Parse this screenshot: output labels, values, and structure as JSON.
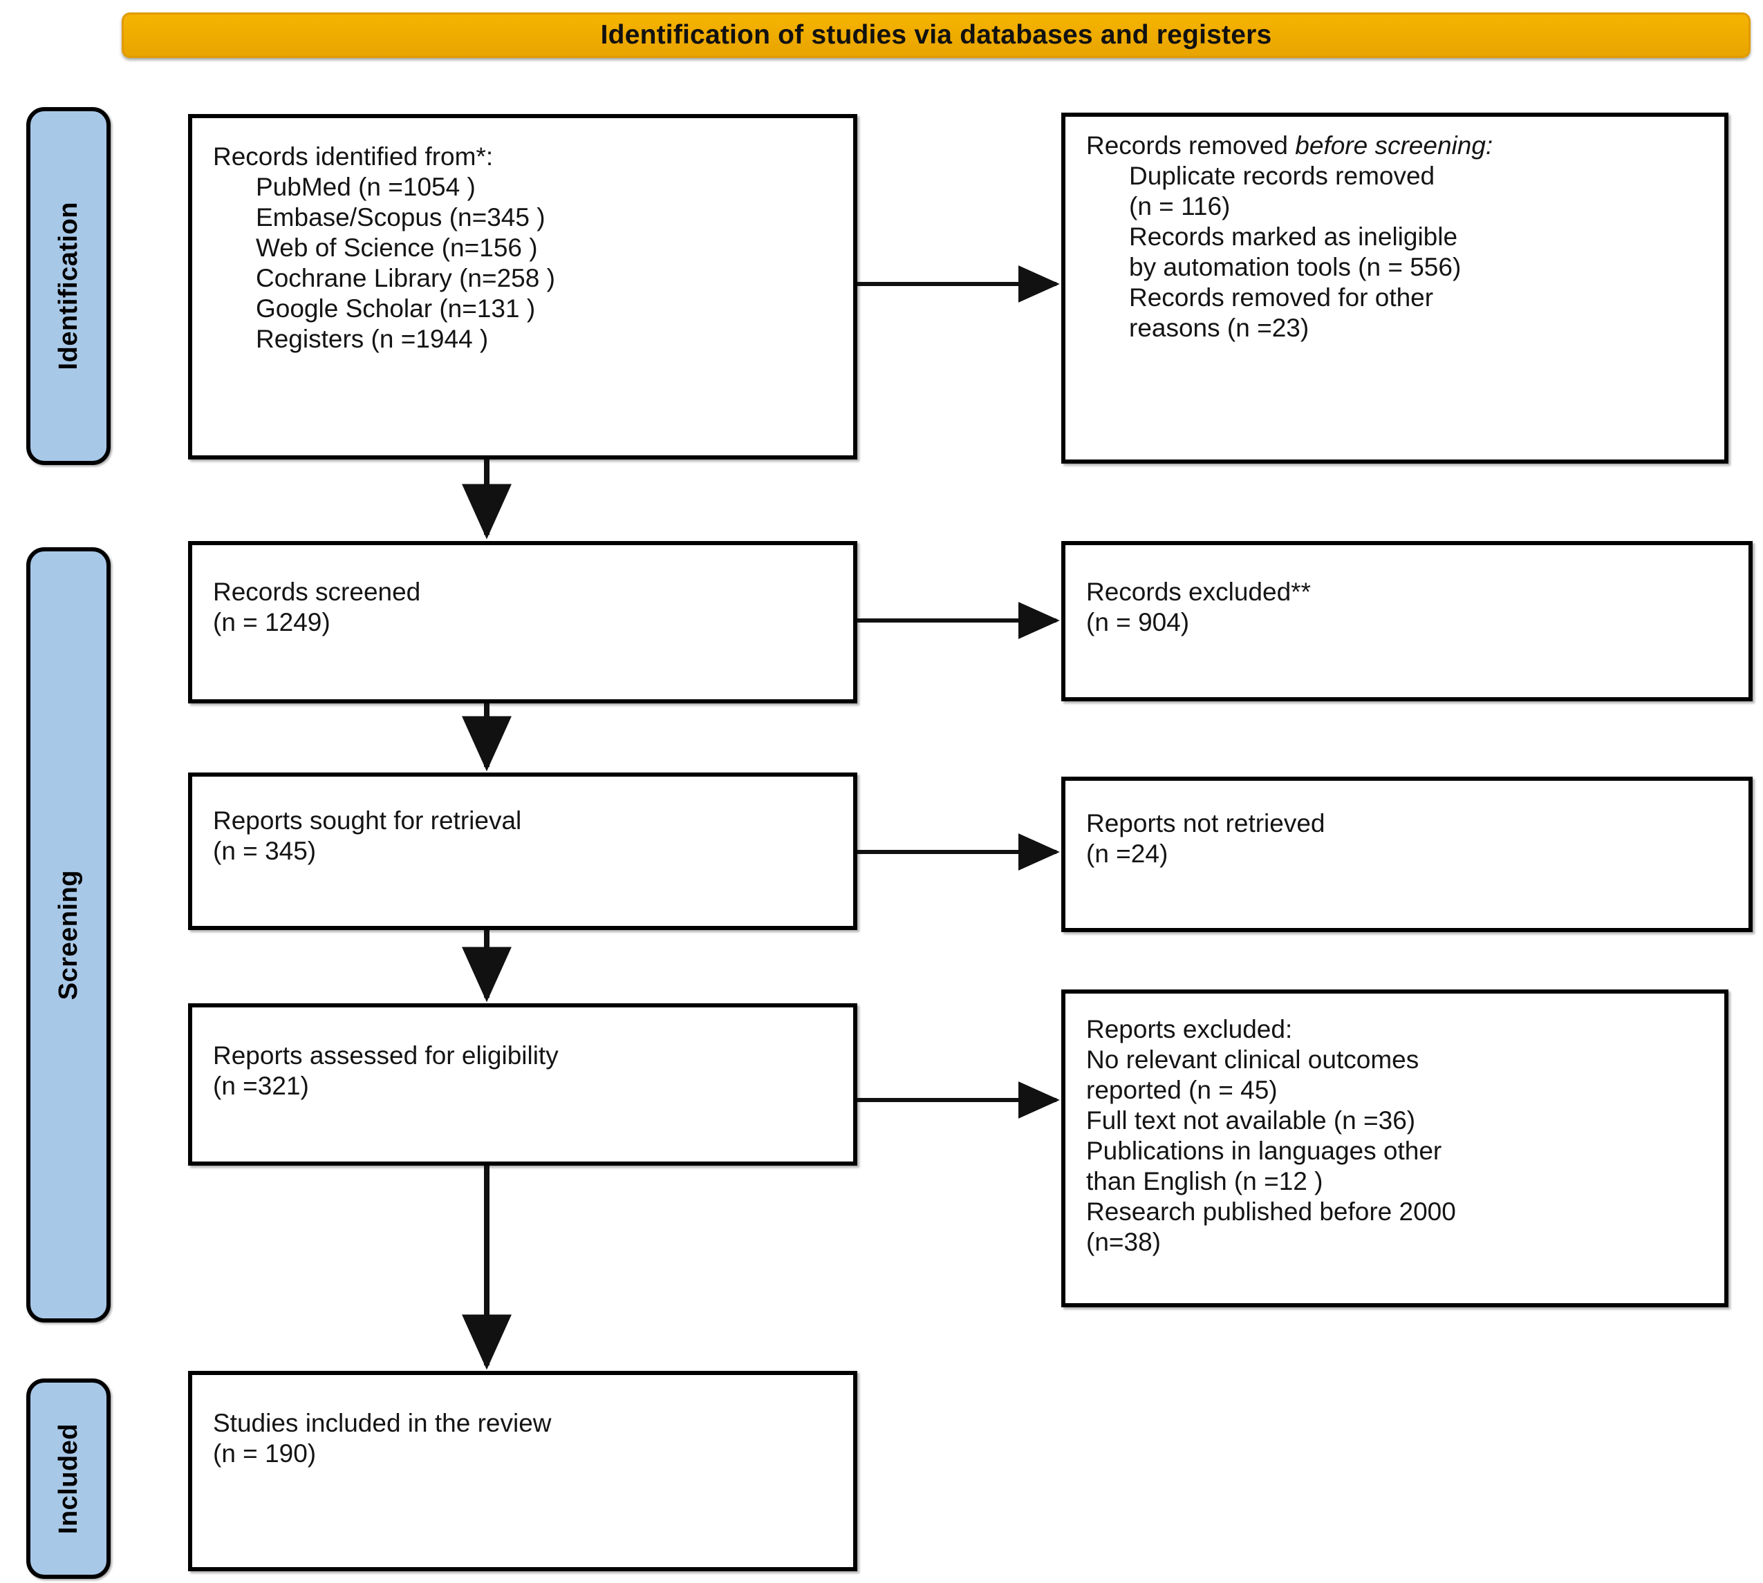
{
  "banner": {
    "title": "Identification of studies via databases and registers",
    "color": "#f0ad00"
  },
  "stages": {
    "identification": "Identification",
    "screening": "Screening",
    "included": "Included",
    "color": "#a8c8e8"
  },
  "boxes": {
    "identified": {
      "heading": "Records identified from*:",
      "items": [
        "PubMed (n =1054 )",
        "Embase/Scopus (n=345 )",
        "Web of Science (n=156 )",
        "Cochrane Library (n=258 )",
        "Google Scholar (n=131 )",
        "Registers (n =1944 )"
      ]
    },
    "removed": {
      "heading_plain": "Records removed ",
      "heading_italic": "before screening:",
      "items": [
        "Duplicate records removed",
        "(n = 116)",
        "Records marked as ineligible",
        "by automation tools (n = 556)",
        "Records removed for other",
        "reasons (n =23)"
      ]
    },
    "screened": {
      "label": "Records screened",
      "count": "(n = 1249)"
    },
    "excluded": {
      "label": "Records excluded**",
      "count": "(n = 904)"
    },
    "sought": {
      "label": "Reports sought for retrieval",
      "count": "(n = 345)"
    },
    "not_retrieved": {
      "label": "Reports not retrieved",
      "count": "(n =24)"
    },
    "assessed": {
      "label": "Reports assessed for eligibility",
      "count": "(n =321)"
    },
    "reports_excluded": {
      "heading": "Reports excluded:",
      "items": [
        "No relevant clinical outcomes",
        "reported (n = 45)",
        "Full text not available (n =36)",
        "Publications in languages other",
        "than English (n =12 )",
        "Research published before 2000",
        "(n=38)"
      ]
    },
    "included": {
      "label": "Studies included in the review",
      "count": "(n = 190)"
    }
  },
  "chart_data": {
    "type": "diagram",
    "title": "Identification of studies via databases and registers",
    "nodes": [
      {
        "id": "identified",
        "stage": "Identification",
        "label": "Records identified from*",
        "sources": [
          {
            "name": "PubMed",
            "n": 1054
          },
          {
            "name": "Embase/Scopus",
            "n": 345
          },
          {
            "name": "Web of Science",
            "n": 156
          },
          {
            "name": "Cochrane Library",
            "n": 258
          },
          {
            "name": "Google Scholar",
            "n": 131
          },
          {
            "name": "Registers",
            "n": 1944
          }
        ]
      },
      {
        "id": "removed",
        "stage": "Identification",
        "label": "Records removed before screening",
        "reasons": [
          {
            "name": "Duplicate records removed",
            "n": 116
          },
          {
            "name": "Records marked as ineligible by automation tools",
            "n": 556
          },
          {
            "name": "Records removed for other reasons",
            "n": 23
          }
        ]
      },
      {
        "id": "screened",
        "stage": "Screening",
        "label": "Records screened",
        "n": 1249
      },
      {
        "id": "excluded",
        "stage": "Screening",
        "label": "Records excluded**",
        "n": 904
      },
      {
        "id": "sought",
        "stage": "Screening",
        "label": "Reports sought for retrieval",
        "n": 345
      },
      {
        "id": "not_retrieved",
        "stage": "Screening",
        "label": "Reports not retrieved",
        "n": 24
      },
      {
        "id": "assessed",
        "stage": "Screening",
        "label": "Reports assessed for eligibility",
        "n": 321
      },
      {
        "id": "reports_excluded",
        "stage": "Screening",
        "label": "Reports excluded",
        "reasons": [
          {
            "name": "No relevant clinical outcomes reported",
            "n": 45
          },
          {
            "name": "Full text not available",
            "n": 36
          },
          {
            "name": "Publications in languages other than English",
            "n": 12
          },
          {
            "name": "Research published before 2000",
            "n": 38
          }
        ]
      },
      {
        "id": "included",
        "stage": "Included",
        "label": "Studies included in the review",
        "n": 190
      }
    ],
    "edges": [
      {
        "from": "identified",
        "to": "removed",
        "direction": "right"
      },
      {
        "from": "identified",
        "to": "screened",
        "direction": "down"
      },
      {
        "from": "screened",
        "to": "excluded",
        "direction": "right"
      },
      {
        "from": "screened",
        "to": "sought",
        "direction": "down"
      },
      {
        "from": "sought",
        "to": "not_retrieved",
        "direction": "right"
      },
      {
        "from": "sought",
        "to": "assessed",
        "direction": "down"
      },
      {
        "from": "assessed",
        "to": "reports_excluded",
        "direction": "right"
      },
      {
        "from": "assessed",
        "to": "included",
        "direction": "down"
      }
    ]
  }
}
